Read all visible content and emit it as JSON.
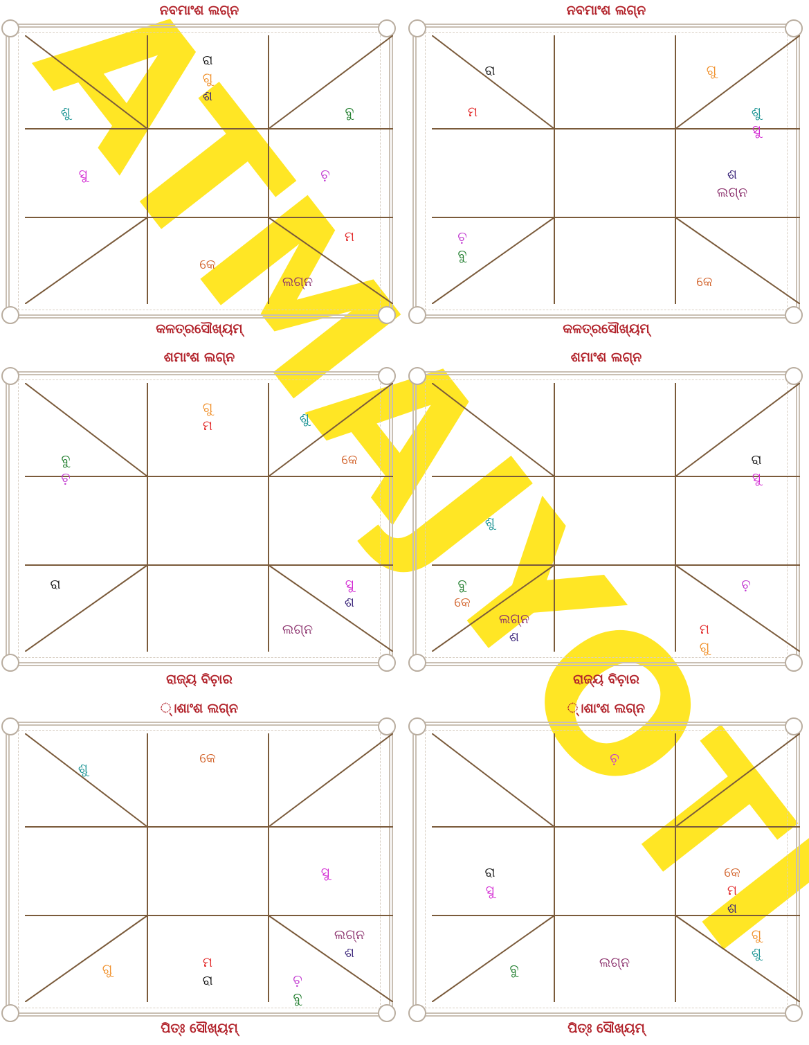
{
  "watermark": {
    "text": "ATMAJYOTI",
    "color": "#ffe51a"
  },
  "colors": {
    "line": "#7a5a3a",
    "heading": "#b2232b",
    "ra": "#1a1a1a",
    "gu": "#f0902a",
    "sa": "#3a2479",
    "su": "#1b9494",
    "bu": "#1f7d2c",
    "sy": "#d227d2",
    "ch": "#c23cd1",
    "ma": "#e22a2a",
    "ke": "#d2632b",
    "la": "#8a2f6b"
  },
  "charts": [
    {
      "heading": "ନବମାଂଶ ଲଗ୍ନ",
      "caption": "କଳତ୍ରସୌଖ୍ୟମ୍",
      "houses": [
        {
          "pos": "top-left-tri",
          "planets": [
            {
              "t": "ଶୁ",
              "k": "su"
            }
          ]
        },
        {
          "pos": "top-mid",
          "planets": [
            {
              "t": "ରା",
              "k": "ra"
            },
            {
              "t": "ଗୁ",
              "k": "gu"
            },
            {
              "t": "ଶ",
              "k": "sa"
            }
          ]
        },
        {
          "pos": "top-right-tri",
          "planets": [
            {
              "t": "ବୁ",
              "k": "bu"
            }
          ]
        },
        {
          "pos": "mid-left",
          "planets": [
            {
              "t": "ସୁ",
              "k": "sy"
            }
          ]
        },
        {
          "pos": "mid-right",
          "planets": [
            {
              "t": "ଚ଼",
              "k": "ch"
            }
          ]
        },
        {
          "pos": "bottom-right-tri",
          "planets": [
            {
              "t": "ମ",
              "k": "ma"
            }
          ]
        },
        {
          "pos": "bottom-mid",
          "planets": [
            {
              "t": "କେ",
              "k": "ke"
            }
          ]
        },
        {
          "pos": "bottom-right-lower",
          "planets": [
            {
              "t": "ଲଗ୍ନ",
              "k": "la"
            }
          ]
        }
      ]
    },
    {
      "heading": "ନବମାଂଶ ଲଗ୍ନ",
      "caption": "କଳତ୍ରସୌଖ୍ୟମ୍",
      "houses": [
        {
          "pos": "top-left-upper",
          "planets": [
            {
              "t": "ରା",
              "k": "ra"
            }
          ]
        },
        {
          "pos": "top-left-tri",
          "planets": [
            {
              "t": "ମ",
              "k": "ma"
            }
          ]
        },
        {
          "pos": "top-right-upper",
          "planets": [
            {
              "t": "ଗୁ",
              "k": "gu"
            }
          ]
        },
        {
          "pos": "top-right-tri",
          "planets": [
            {
              "t": "ଶୁ",
              "k": "su"
            },
            {
              "t": "ସୁ",
              "k": "sy"
            }
          ]
        },
        {
          "pos": "mid-right",
          "planets": [
            {
              "t": "ଶ",
              "k": "sa"
            },
            {
              "t": "ଲଗ୍ନ",
              "k": "la"
            }
          ]
        },
        {
          "pos": "bottom-left-tri",
          "planets": [
            {
              "t": "ଚ଼",
              "k": "ch"
            },
            {
              "t": "ବୁ",
              "k": "bu"
            }
          ]
        },
        {
          "pos": "bottom-right-lower",
          "planets": [
            {
              "t": "କେ",
              "k": "ke"
            }
          ]
        }
      ]
    },
    {
      "heading": "ଶମାଂଶ ଲଗ୍ନ",
      "caption": "ରାଜ୍ୟ ବିଚ଼ାର",
      "houses": [
        {
          "pos": "top-left-tri",
          "planets": [
            {
              "t": "ବୁ",
              "k": "bu"
            },
            {
              "t": "ଚ଼",
              "k": "ch"
            }
          ]
        },
        {
          "pos": "top-mid",
          "planets": [
            {
              "t": "ଗୁ",
              "k": "gu"
            },
            {
              "t": "ମ",
              "k": "ma"
            }
          ]
        },
        {
          "pos": "top-right-upper",
          "planets": [
            {
              "t": "ଶୁ",
              "k": "su"
            }
          ]
        },
        {
          "pos": "top-right-tri",
          "planets": [
            {
              "t": "କେ",
              "k": "ke"
            }
          ]
        },
        {
          "pos": "bottom-left-tri",
          "planets": [
            {
              "t": "ରା",
              "k": "ra"
            }
          ]
        },
        {
          "pos": "bottom-right-tri",
          "planets": [
            {
              "t": "ସୁ",
              "k": "sy"
            },
            {
              "t": "ଶ",
              "k": "sa"
            }
          ]
        },
        {
          "pos": "bottom-right-lower",
          "planets": [
            {
              "t": "ଲଗ୍ନ",
              "k": "la"
            }
          ]
        }
      ]
    },
    {
      "heading": "ଶମାଂଶ ଲଗ୍ନ",
      "caption": "ରାଜ୍ୟ ବିଚ଼ାର",
      "houses": [
        {
          "pos": "top-right-tri",
          "planets": [
            {
              "t": "ରା",
              "k": "ra"
            },
            {
              "t": "ସୁ",
              "k": "sy"
            }
          ]
        },
        {
          "pos": "mid-left",
          "planets": [
            {
              "t": "ଶୁ",
              "k": "su"
            }
          ]
        },
        {
          "pos": "mid-right-low",
          "planets": [
            {
              "t": "ଚ଼",
              "k": "ch"
            }
          ]
        },
        {
          "pos": "bottom-left-tri",
          "planets": [
            {
              "t": "ବୁ",
              "k": "bu"
            },
            {
              "t": "କେ",
              "k": "ke"
            }
          ]
        },
        {
          "pos": "bottom-left-lower",
          "planets": [
            {
              "t": "ଲଗ୍ନ",
              "k": "la"
            },
            {
              "t": "ଶ",
              "k": "sa"
            }
          ]
        },
        {
          "pos": "bottom-right-lower",
          "planets": [
            {
              "t": "ମ",
              "k": "ma"
            },
            {
              "t": "ଗୁ",
              "k": "gu"
            }
          ]
        }
      ]
    },
    {
      "heading": "୍।ଶାଂଶ ଲଗ୍ନ",
      "caption": "ପିତ୍ଃ ସୌଖ୍ୟମ୍",
      "houses": [
        {
          "pos": "top-left-upper",
          "planets": [
            {
              "t": "ଶୁ",
              "k": "su"
            }
          ]
        },
        {
          "pos": "top-mid",
          "planets": [
            {
              "t": "କେ",
              "k": "ke"
            }
          ]
        },
        {
          "pos": "mid-right",
          "planets": [
            {
              "t": "ସୁ",
              "k": "sy"
            }
          ]
        },
        {
          "pos": "bottom-right-tri",
          "planets": [
            {
              "t": "ଲଗ୍ନ",
              "k": "la"
            },
            {
              "t": "ଶ",
              "k": "sa"
            }
          ]
        },
        {
          "pos": "bottom-mid",
          "planets": [
            {
              "t": "ମ",
              "k": "ma"
            },
            {
              "t": "ରା",
              "k": "ra"
            }
          ]
        },
        {
          "pos": "bottom-left-lower",
          "planets": [
            {
              "t": "ଗୁ",
              "k": "gu"
            }
          ]
        },
        {
          "pos": "bottom-right-lower",
          "planets": [
            {
              "t": "ଚ଼",
              "k": "ch"
            },
            {
              "t": "ବୁ",
              "k": "bu"
            }
          ]
        }
      ]
    },
    {
      "heading": "୍।ଶାଂଶ ଲଗ୍ନ",
      "caption": "ପିତ୍ଃ ସୌଖ୍ୟମ୍",
      "houses": [
        {
          "pos": "top-mid",
          "planets": [
            {
              "t": "ଚ଼",
              "k": "ch"
            }
          ]
        },
        {
          "pos": "mid-left",
          "planets": [
            {
              "t": "ରା",
              "k": "ra"
            },
            {
              "t": "ସୁ",
              "k": "sy"
            }
          ]
        },
        {
          "pos": "mid-right",
          "planets": [
            {
              "t": "କେ",
              "k": "ke"
            },
            {
              "t": "ମ",
              "k": "ma"
            },
            {
              "t": "ଶ",
              "k": "sa"
            }
          ]
        },
        {
          "pos": "bottom-right-tri",
          "planets": [
            {
              "t": "ଗୁ",
              "k": "gu"
            },
            {
              "t": "ଶୁ",
              "k": "su"
            }
          ]
        },
        {
          "pos": "bottom-left-lower",
          "planets": [
            {
              "t": "ବୁ",
              "k": "bu"
            }
          ]
        },
        {
          "pos": "bottom-mid",
          "planets": [
            {
              "t": "ଲଗ୍ନ",
              "k": "la"
            }
          ]
        }
      ]
    }
  ]
}
